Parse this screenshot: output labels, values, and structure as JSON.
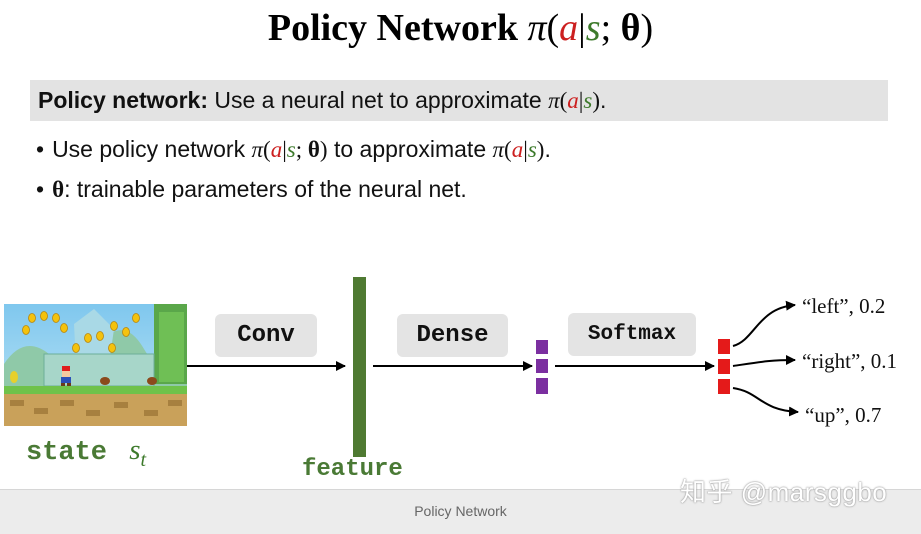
{
  "slide": {
    "title_text": "Policy Network ",
    "math": {
      "pi": "π",
      "a": "a",
      "bar": "|",
      "s": "s",
      "semi": "; ",
      "theta": "θ",
      "lparen": "(",
      "rparen": ")"
    },
    "banner": {
      "label": "Policy network:",
      "text": " Use a neural net to approximate "
    },
    "bullets": {
      "b1_prefix": "Use policy network ",
      "b1_mid": " to approximate ",
      "b1_end": ".",
      "b2_text": ": trainable parameters of the neural net."
    }
  },
  "diagram": {
    "state_label": "state",
    "state_var": "s",
    "state_sub": "t",
    "feature_label": "feature",
    "conv_label": "Conv",
    "dense_label": "Dense",
    "softmax_label": "Softmax",
    "outputs": [
      {
        "label": "“left”, 0.2",
        "value": 0.2
      },
      {
        "label": "“right”, 0.1",
        "value": 0.1
      },
      {
        "label": "“up”, 0.7",
        "value": 0.7
      }
    ]
  },
  "colors": {
    "feature": "#4f7a32",
    "dense_vec": "#7b2fa0",
    "softmax_vec": "#e41a1a",
    "red_var": "#cc1f1f",
    "green_var": "#3d7a2b"
  },
  "watermark": "知乎 @marsggbo",
  "caption": "Policy Network"
}
